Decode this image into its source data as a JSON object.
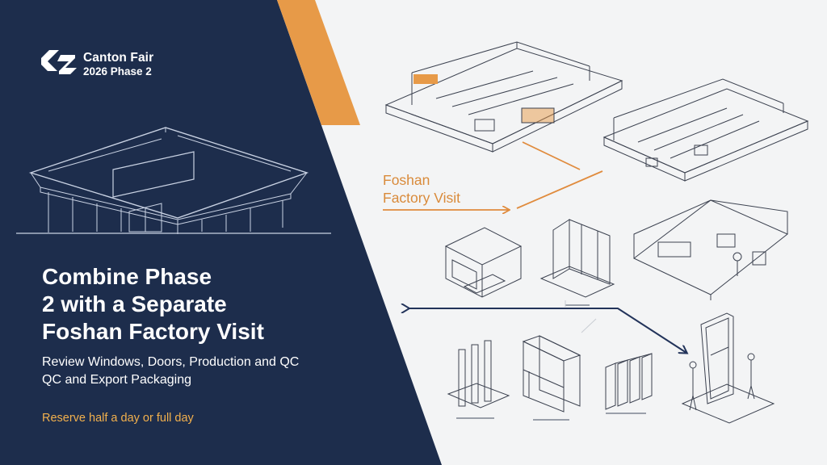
{
  "brand": {
    "name": "Canton Fair",
    "subtitle": "2026 Phase 2"
  },
  "headline": {
    "lines": [
      "Combine Phase",
      "2 with a Separate",
      "Foshan Factory Visit"
    ]
  },
  "subtext": {
    "line1": "Review Windows, Doors, Production and QC",
    "line2": "QC and Export Packaging"
  },
  "note": "Reserve half a day or full day",
  "callout": {
    "lines": [
      "Foshan",
      "Factory Visit"
    ]
  },
  "colors": {
    "navy": "#1d2d4c",
    "orange": "#e79a48",
    "callout_text": "#d98a3a",
    "note_text": "#f2b04d",
    "line_art": "#3c4250",
    "arrow_navy": "#22335a"
  },
  "icons": [
    "canton-fair-logo-icon",
    "exhibition-hall-icon",
    "factory-floor-icon",
    "production-line-icon",
    "showroom-room-icon",
    "door-frame-icon",
    "qc-workstation-icon",
    "profile-bars-icon",
    "window-panel-icon",
    "export-packaging-icon",
    "door-inspection-icon"
  ]
}
